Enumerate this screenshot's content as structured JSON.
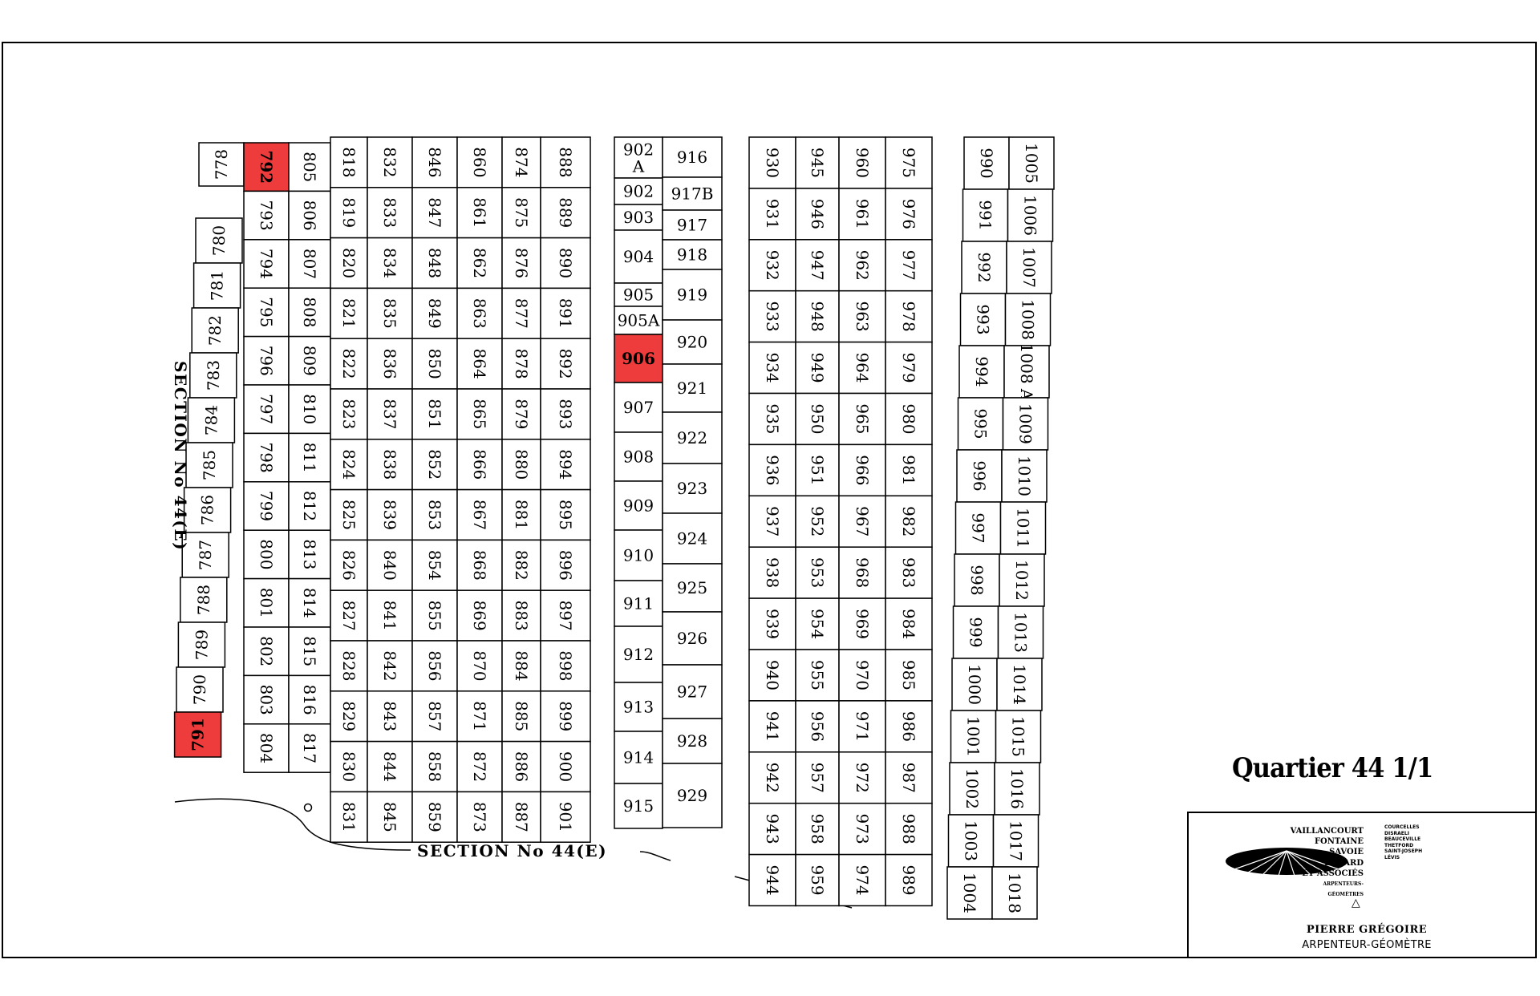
{
  "map": {
    "title": "Quartier 44 1/1",
    "section_label": "SECTION No 44(E)",
    "highlight_color": "#ee3b3b",
    "highlighted_lots": [
      "792",
      "906",
      "791"
    ],
    "columns": [
      {
        "dir": "ccw",
        "lots": [
          "778"
        ]
      },
      {
        "dir": "ccw",
        "lots": [
          "780",
          "781",
          "782",
          "783",
          "784",
          "785",
          "786",
          "787",
          "788",
          "789",
          "790",
          "791"
        ]
      },
      {
        "dir": "cw",
        "lots": [
          "792",
          "793",
          "794",
          "795",
          "796",
          "797",
          "798",
          "799",
          "800",
          "801",
          "802",
          "803",
          "804"
        ]
      },
      {
        "dir": "cw",
        "lots": [
          "805",
          "806",
          "807",
          "808",
          "809",
          "810",
          "811",
          "812",
          "813",
          "814",
          "815",
          "816",
          "817"
        ]
      },
      {
        "dir": "cw",
        "lots": [
          "818",
          "819",
          "820",
          "821",
          "822",
          "823",
          "824",
          "825",
          "826",
          "827",
          "828",
          "829",
          "830",
          "831"
        ]
      },
      {
        "dir": "cw",
        "lots": [
          "832",
          "833",
          "834",
          "835",
          "836",
          "837",
          "838",
          "839",
          "840",
          "841",
          "842",
          "843",
          "844",
          "845"
        ]
      },
      {
        "dir": "cw",
        "lots": [
          "846",
          "847",
          "848",
          "849",
          "850",
          "851",
          "852",
          "853",
          "854",
          "855",
          "856",
          "857",
          "858",
          "859"
        ]
      },
      {
        "dir": "cw",
        "lots": [
          "860",
          "861",
          "862",
          "863",
          "864",
          "865",
          "866",
          "867",
          "868",
          "869",
          "870",
          "871",
          "872",
          "873"
        ]
      },
      {
        "dir": "cw",
        "lots": [
          "874",
          "875",
          "876",
          "877",
          "878",
          "879",
          "880",
          "881",
          "882",
          "883",
          "884",
          "885",
          "886",
          "887"
        ]
      },
      {
        "dir": "cw",
        "lots": [
          "888",
          "889",
          "890",
          "891",
          "892",
          "893",
          "894",
          "895",
          "896",
          "897",
          "898",
          "899",
          "900",
          "901"
        ]
      },
      {
        "dir": "h",
        "lots": [
          "902 A",
          "902",
          "903",
          "904",
          "905",
          "905A",
          "906",
          "907",
          "908",
          "909",
          "910",
          "911",
          "912",
          "913",
          "914",
          "915"
        ]
      },
      {
        "dir": "h",
        "lots": [
          "916",
          "917B",
          "917",
          "918",
          "919",
          "920",
          "921",
          "922",
          "923",
          "924",
          "925",
          "926",
          "927",
          "928",
          "929"
        ]
      },
      {
        "dir": "cw",
        "lots": [
          "930",
          "931",
          "932",
          "933",
          "934",
          "935",
          "936",
          "937",
          "938",
          "939",
          "940",
          "941",
          "942",
          "943",
          "944"
        ]
      },
      {
        "dir": "cw",
        "lots": [
          "945",
          "946",
          "947",
          "948",
          "949",
          "950",
          "951",
          "952",
          "953",
          "954",
          "955",
          "956",
          "957",
          "958",
          "959"
        ]
      },
      {
        "dir": "cw",
        "lots": [
          "960",
          "961",
          "962",
          "963",
          "964",
          "965",
          "966",
          "967",
          "968",
          "969",
          "970",
          "971",
          "972",
          "973",
          "974"
        ]
      },
      {
        "dir": "cw",
        "lots": [
          "975",
          "976",
          "977",
          "978",
          "979",
          "980",
          "981",
          "982",
          "983",
          "984",
          "985",
          "986",
          "987",
          "988",
          "989"
        ]
      },
      {
        "dir": "cw",
        "lots": [
          "990",
          "991",
          "992",
          "993",
          "994",
          "995",
          "996",
          "997",
          "998",
          "999",
          "1000",
          "1001",
          "1002",
          "1003",
          "1004"
        ]
      },
      {
        "dir": "cw",
        "lots": [
          "1005",
          "1006",
          "1007",
          "1008",
          "1008 A",
          "1009",
          "1010",
          "1011",
          "1012",
          "1013",
          "1014",
          "1015",
          "1016",
          "1017",
          "1018"
        ]
      }
    ]
  },
  "title_block": {
    "firm_lines": [
      "VAILLANCOURT",
      "FONTAINE",
      "SAVOIE",
      "BÉRARD",
      "ET ASSOCIÉS",
      "ARPENTEURS-GÉOMÈTRES"
    ],
    "offices": [
      "COURCELLES",
      "",
      "DISRAELI",
      "",
      "BEAUCEVILLE",
      "",
      "",
      "",
      "THETFORD",
      "",
      "SAINT-JOSEPH",
      "",
      "LÉVIS",
      ""
    ],
    "surveyor": "PIERRE GRÉGOIRE",
    "role": "ARPENTEUR-GÉOMÈTRE",
    "triangle_glyph": "△"
  }
}
